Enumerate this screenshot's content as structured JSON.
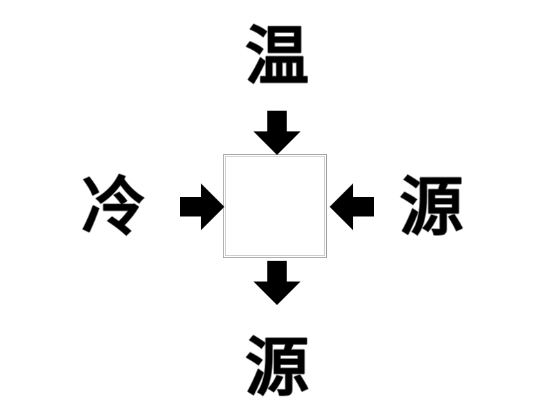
{
  "puzzle": {
    "top": "温",
    "left": "冷",
    "right": "源",
    "bottom": "源",
    "answer": ""
  },
  "icons": {
    "arrow": "arrow-icon"
  },
  "colors": {
    "text": "#000000",
    "arrow": "#000000",
    "box_border": "#9a9a9a",
    "background": "#ffffff"
  }
}
